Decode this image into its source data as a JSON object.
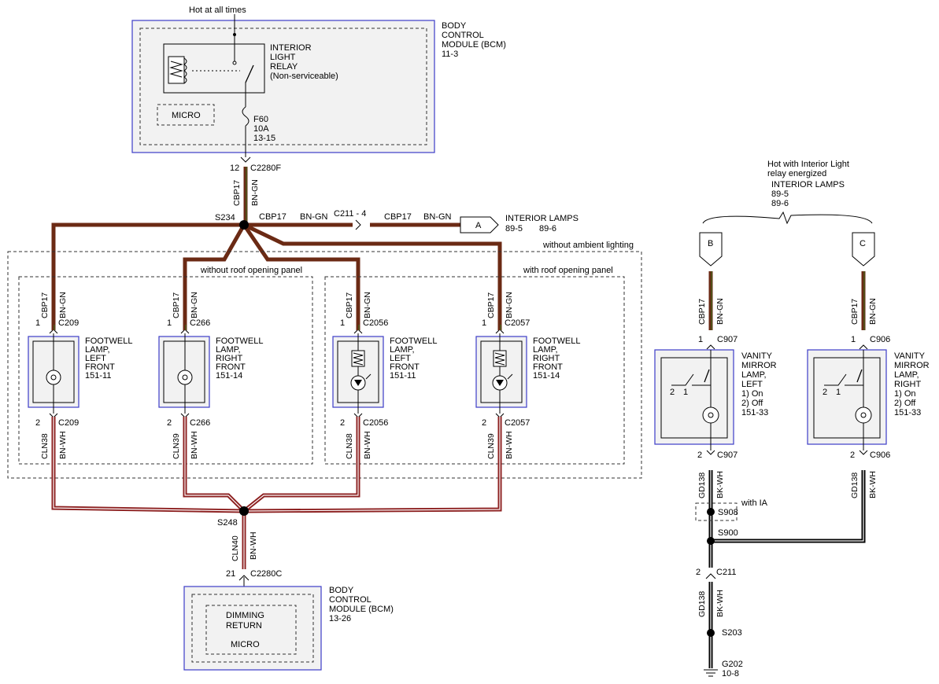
{
  "top_module": {
    "hot_label": "Hot at all times",
    "title_lines": [
      "BODY",
      "CONTROL",
      "MODULE (BCM)",
      "11-3"
    ],
    "relay_lines": [
      "INTERIOR",
      "LIGHT",
      "RELAY",
      "(Non-serviceable)"
    ],
    "micro": "MICRO",
    "fuse_lines": [
      "F60",
      "10A",
      "13-15"
    ]
  },
  "feed": {
    "pin": "12",
    "connector": "C2280F",
    "circuit": "CBP17",
    "color": "BN-GN",
    "splice": "S234"
  },
  "interior_branch": {
    "circuit1": "CBP17",
    "color1": "BN-GN",
    "connector": "C211 - 4",
    "circuit2": "CBP17",
    "color2": "BN-GN",
    "ref_letter": "A",
    "ref_title": "INTERIOR LAMPS",
    "ref_pages": [
      "89-5",
      "89-6"
    ]
  },
  "regions": {
    "ambient": "without ambient lighting",
    "no_roof": "without roof opening panel",
    "roof": "with roof opening panel"
  },
  "lamps": [
    {
      "circuit_in": "CBP17",
      "color_in": "BN-GN",
      "pin_in": "1",
      "conn_in": "C209",
      "lines": [
        "FOOTWELL",
        "LAMP,",
        "LEFT",
        "FRONT",
        "151-11"
      ],
      "pin_out": "2",
      "conn_out": "C209",
      "circuit_out": "CLN38",
      "color_out": "BN-WH"
    },
    {
      "circuit_in": "CBP17",
      "color_in": "BN-GN",
      "pin_in": "1",
      "conn_in": "C266",
      "lines": [
        "FOOTWELL",
        "LAMP,",
        "RIGHT",
        "FRONT",
        "151-14"
      ],
      "pin_out": "2",
      "conn_out": "C266",
      "circuit_out": "CLN39",
      "color_out": "BN-WH"
    },
    {
      "circuit_in": "CBP17",
      "color_in": "BN-GN",
      "pin_in": "1",
      "conn_in": "C2056",
      "lines": [
        "FOOTWELL",
        "LAMP,",
        "LEFT",
        "FRONT",
        "151-11"
      ],
      "pin_out": "2",
      "conn_out": "C2056",
      "circuit_out": "CLN38",
      "color_out": "BN-WH"
    },
    {
      "circuit_in": "CBP17",
      "color_in": "BN-GN",
      "pin_in": "1",
      "conn_in": "C2057",
      "lines": [
        "FOOTWELL",
        "LAMP,",
        "RIGHT",
        "FRONT",
        "151-14"
      ],
      "pin_out": "2",
      "conn_out": "C2057",
      "circuit_out": "CLN39",
      "color_out": "BN-WH"
    }
  ],
  "return_splice": "S248",
  "return": {
    "circuit": "CLN40",
    "color": "BN-WH",
    "pin": "21",
    "connector": "C2280C"
  },
  "bottom_module": {
    "title_lines": [
      "BODY",
      "CONTROL",
      "MODULE (BCM)",
      "13-26"
    ],
    "dimming_lines": [
      "DIMMING",
      "RETURN"
    ],
    "micro": "MICRO"
  },
  "right_section": {
    "hot_lines": [
      "Hot with Interior Light",
      "relay energized"
    ],
    "ref_title": "INTERIOR LAMPS",
    "ref_pages": [
      "89-5",
      "89-6"
    ],
    "ref_b": "B",
    "ref_c": "C"
  },
  "mirrors": [
    {
      "circuit_in": "CBP17",
      "color_in": "BN-GN",
      "pin_in": "1",
      "conn_in": "C907",
      "lines": [
        "VANITY",
        "MIRROR",
        "LAMP,",
        "LEFT",
        "1) On",
        "2) Off",
        "151-33"
      ],
      "switch_labels": [
        "2",
        "1"
      ],
      "pin_out": "2",
      "conn_out": "C907",
      "circuit_out": "GD138",
      "color_out": "BK-WH"
    },
    {
      "circuit_in": "CBP17",
      "color_in": "BN-GN",
      "pin_in": "1",
      "conn_in": "C906",
      "lines": [
        "VANITY",
        "MIRROR",
        "LAMP,",
        "RIGHT",
        "1) On",
        "2) Off",
        "151-33"
      ],
      "switch_labels": [
        "2",
        "1"
      ],
      "pin_out": "2",
      "conn_out": "C906",
      "circuit_out": "GD138",
      "color_out": "BK-WH"
    }
  ],
  "ground": {
    "with_ia": "with IA",
    "s908": "S908",
    "s900": "S900",
    "pin": "2",
    "connector": "C211",
    "circuit": "GD138",
    "color": "BK-WH",
    "s203": "S203",
    "g202": "G202",
    "g202_page": "10-8"
  },
  "wire_colors": {
    "brown": "#6b2a14",
    "brown_green": "#4a5a1a",
    "red_white": "#8c1f1f",
    "black": "#000000",
    "module_border": "#3c3cc8"
  }
}
